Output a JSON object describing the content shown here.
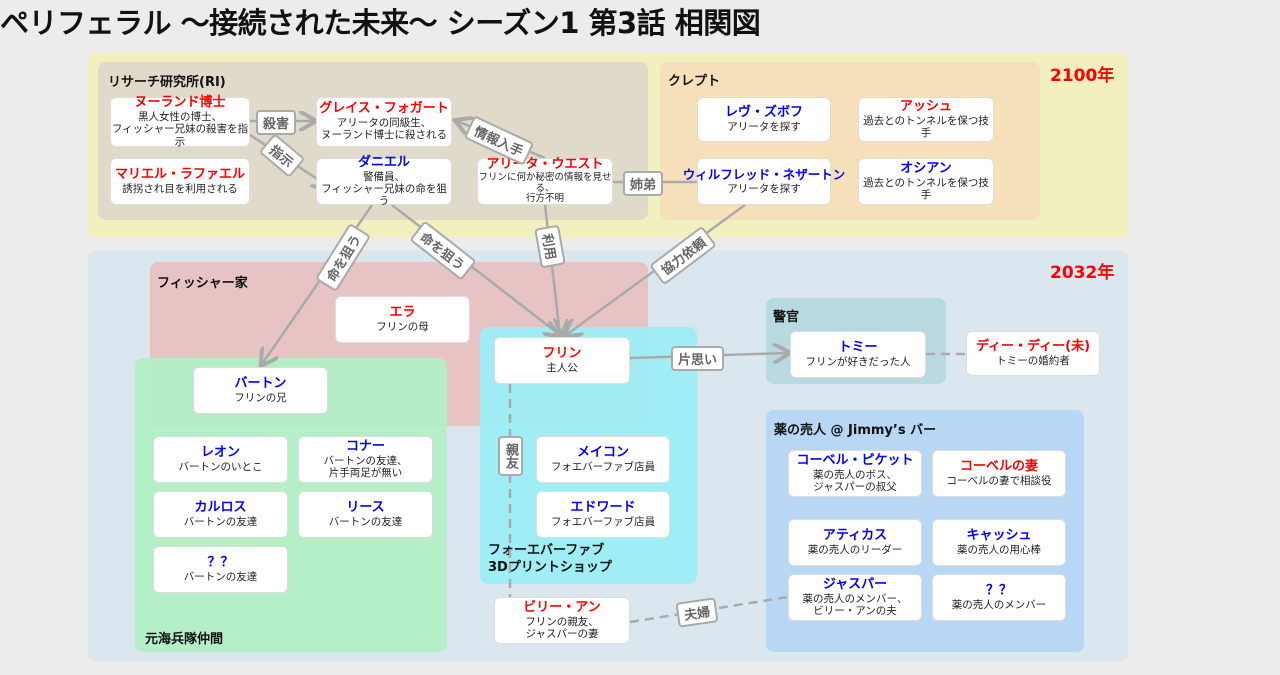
{
  "title": "ペリフェラル ～接続された未来～ シーズン1 第3話 相関図",
  "years": {
    "future": "2100年",
    "present": "2032年"
  },
  "groups": {
    "ri": "リサーチ研究所(RI)",
    "klept": "クレプト",
    "fisher": "フィッシャー家",
    "marines": "元海兵隊仲間",
    "forever": "フォーエバーファブ\n3Dプリントショップ",
    "police": "警官",
    "drug": "薬の売人 @ Jimmy’s バー"
  },
  "nodes": [
    {
      "name": "ヌーランド博士",
      "desc": "黒人女性の博士、\nフィッシャー兄妹の殺害を指示"
    },
    {
      "name": "グレイス・フォガート",
      "desc": "アリータの同級生、\nヌーランド博士に殺される"
    },
    {
      "name": "マリエル・ラファエル",
      "desc": "誘拐され目を利用される"
    },
    {
      "name": "ダニエル",
      "desc": "警備員、\nフィッシャー兄妹の命を狙う"
    },
    {
      "name": "アリータ・ウエスト",
      "desc": "フリンに何か秘密の情報を見せる、\n行方不明"
    },
    {
      "name": "レヴ・ズボフ",
      "desc": "アリータを探す"
    },
    {
      "name": "アッシュ",
      "desc": "過去とのトンネルを保つ技手"
    },
    {
      "name": "ウィルフレッド・ネザートン",
      "desc": "アリータを探す"
    },
    {
      "name": "オシアン",
      "desc": "過去とのトンネルを保つ技手"
    },
    {
      "name": "エラ",
      "desc": "フリンの母"
    },
    {
      "name": "フリン",
      "desc": "主人公"
    },
    {
      "name": "トミー",
      "desc": "フリンが好きだった人"
    },
    {
      "name": "ディー・ディー(未)",
      "desc": "トミーの婚約者"
    },
    {
      "name": "バートン",
      "desc": "フリンの兄"
    },
    {
      "name": "レオン",
      "desc": "バートンのいとこ"
    },
    {
      "name": "コナー",
      "desc": "バートンの友達、\n片手両足が無い"
    },
    {
      "name": "カルロス",
      "desc": "バートンの友達"
    },
    {
      "name": "リース",
      "desc": "バートンの友達"
    },
    {
      "name": "？？",
      "desc": "バートンの友達"
    },
    {
      "name": "メイコン",
      "desc": "フォエバーファブ店員"
    },
    {
      "name": "エドワード",
      "desc": "フォエバーファブ店員"
    },
    {
      "name": "ビリー・アン",
      "desc": "フリンの親友、\nジャスパーの妻"
    },
    {
      "name": "コーベル・ピケット",
      "desc": "薬の売人のボス、\nジャスパーの叔父"
    },
    {
      "name": "コーベルの妻",
      "desc": "コーベルの妻で相談役"
    },
    {
      "name": "アティカス",
      "desc": "薬の売人のリーダー"
    },
    {
      "name": "キャッシュ",
      "desc": "薬の売人の用心棒"
    },
    {
      "name": "ジャスパー",
      "desc": "薬の売人のメンバー、\nビリー・アンの夫"
    },
    {
      "name": "？？",
      "desc": "薬の売人のメンバー"
    }
  ],
  "relations": {
    "kill": "殺害",
    "order": "指示",
    "info": "情報入手",
    "siblings": "姉弟",
    "target1": "命を狙う",
    "target2": "命を狙う",
    "use": "利用",
    "coop": "協力依頼",
    "crush": "片思い",
    "bestfriend": "親友",
    "married": "夫婦"
  },
  "colors": {
    "female": "#ff0000",
    "male": "#0000ff"
  }
}
